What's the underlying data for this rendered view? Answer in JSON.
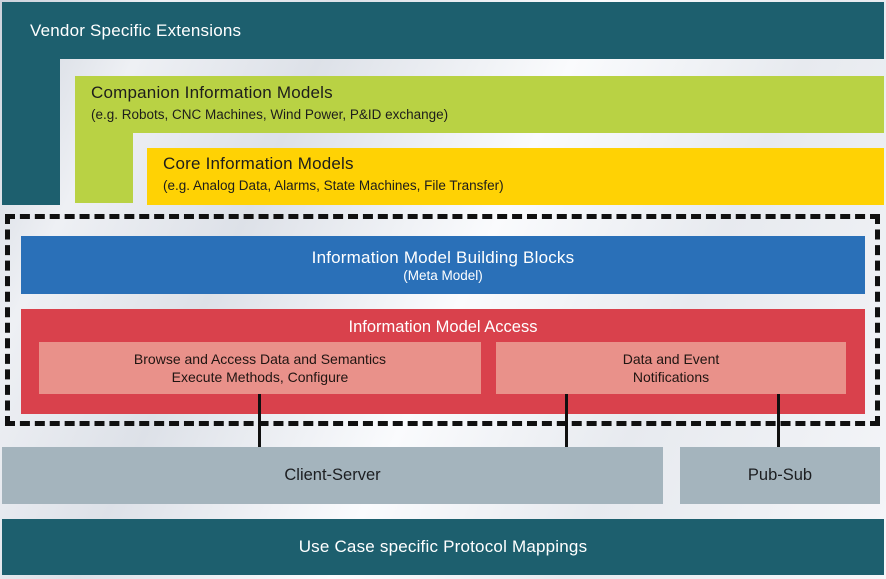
{
  "diagram": {
    "description": "OPC UA layered architecture diagram",
    "palette": {
      "teal": "#1d5f6e",
      "green": "#b9d244",
      "yellow": "#ffd204",
      "blue": "#2a70b8",
      "red": "#d9414c",
      "salmon": "#e9918a",
      "gray": "#a4b4bd",
      "outline_dashed": "#101010",
      "text_dark": "#1d1d1b",
      "text_light": "#ffffff"
    },
    "layers": {
      "vendor": {
        "title": "Vendor Specific Extensions"
      },
      "companion": {
        "title": "Companion Information Models",
        "subtitle": "(e.g. Robots, CNC Machines, Wind Power, P&ID exchange)"
      },
      "core": {
        "title": "Core Information Models",
        "subtitle": "(e.g. Analog Data, Alarms, State Machines, File Transfer)"
      },
      "building_blocks": {
        "title": "Information Model Building Blocks",
        "subtitle": "(Meta Model)"
      },
      "access": {
        "title": "Information Model Access",
        "browse_box": {
          "line1": "Browse and Access Data and Semantics",
          "line2": "Execute Methods, Configure"
        },
        "notify_box": {
          "line1": "Data and Event",
          "line2": "Notifications"
        }
      },
      "client_server": {
        "label": "Client-Server"
      },
      "pub_sub": {
        "label": "Pub-Sub"
      },
      "protocol": {
        "title": "Use Case specific Protocol Mappings"
      }
    }
  }
}
